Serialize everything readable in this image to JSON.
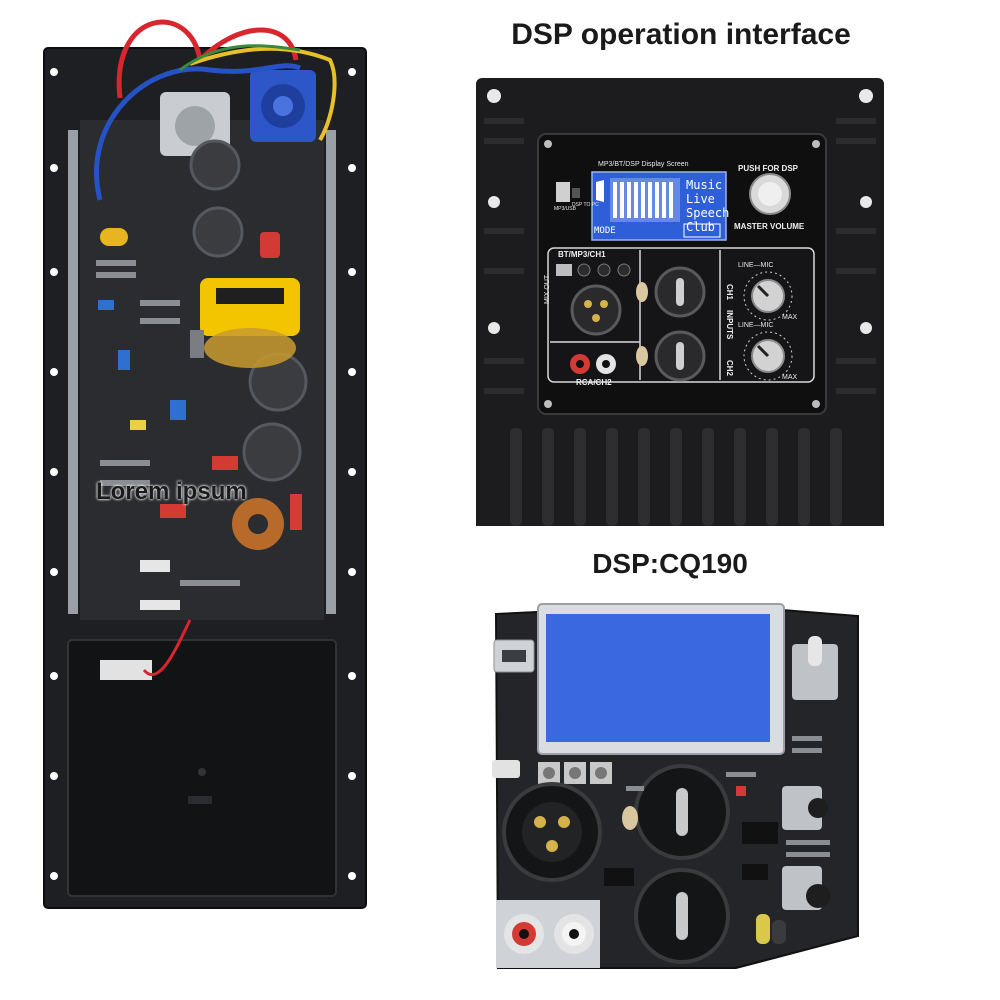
{
  "titles": {
    "interface": "DSP operation interface",
    "model": "DSP:CQ190"
  },
  "watermark": "Lorem ipsum",
  "panel": {
    "screen_caption": "MP3/BT/DSP Display Screen",
    "lcd_mode": "MODE",
    "lcd_lines": [
      "Music",
      "Live",
      "Speech",
      "Club"
    ],
    "usb_label": "MP3/USB",
    "pc_label": "DSP TO PC",
    "push_label": "PUSH FOR DSP",
    "master_label": "MASTER VOLUME",
    "bt_label": "BT/MP3/CH1",
    "mix_out": "MIX OUT",
    "ch1": "CH1",
    "ch2": "CH2",
    "inputs": "INPUTS",
    "rca": "RCA/CH2",
    "line_mic": "LINE—MIC",
    "max": "MAX"
  },
  "colors": {
    "lcd_blue": "#2f5fd8",
    "panel_black": "#1c1c1e",
    "pcb_dark": "#232529",
    "capacitor_yellow": "#f2c500",
    "wire_red": "#d8262e",
    "wire_blue": "#2552c4"
  }
}
